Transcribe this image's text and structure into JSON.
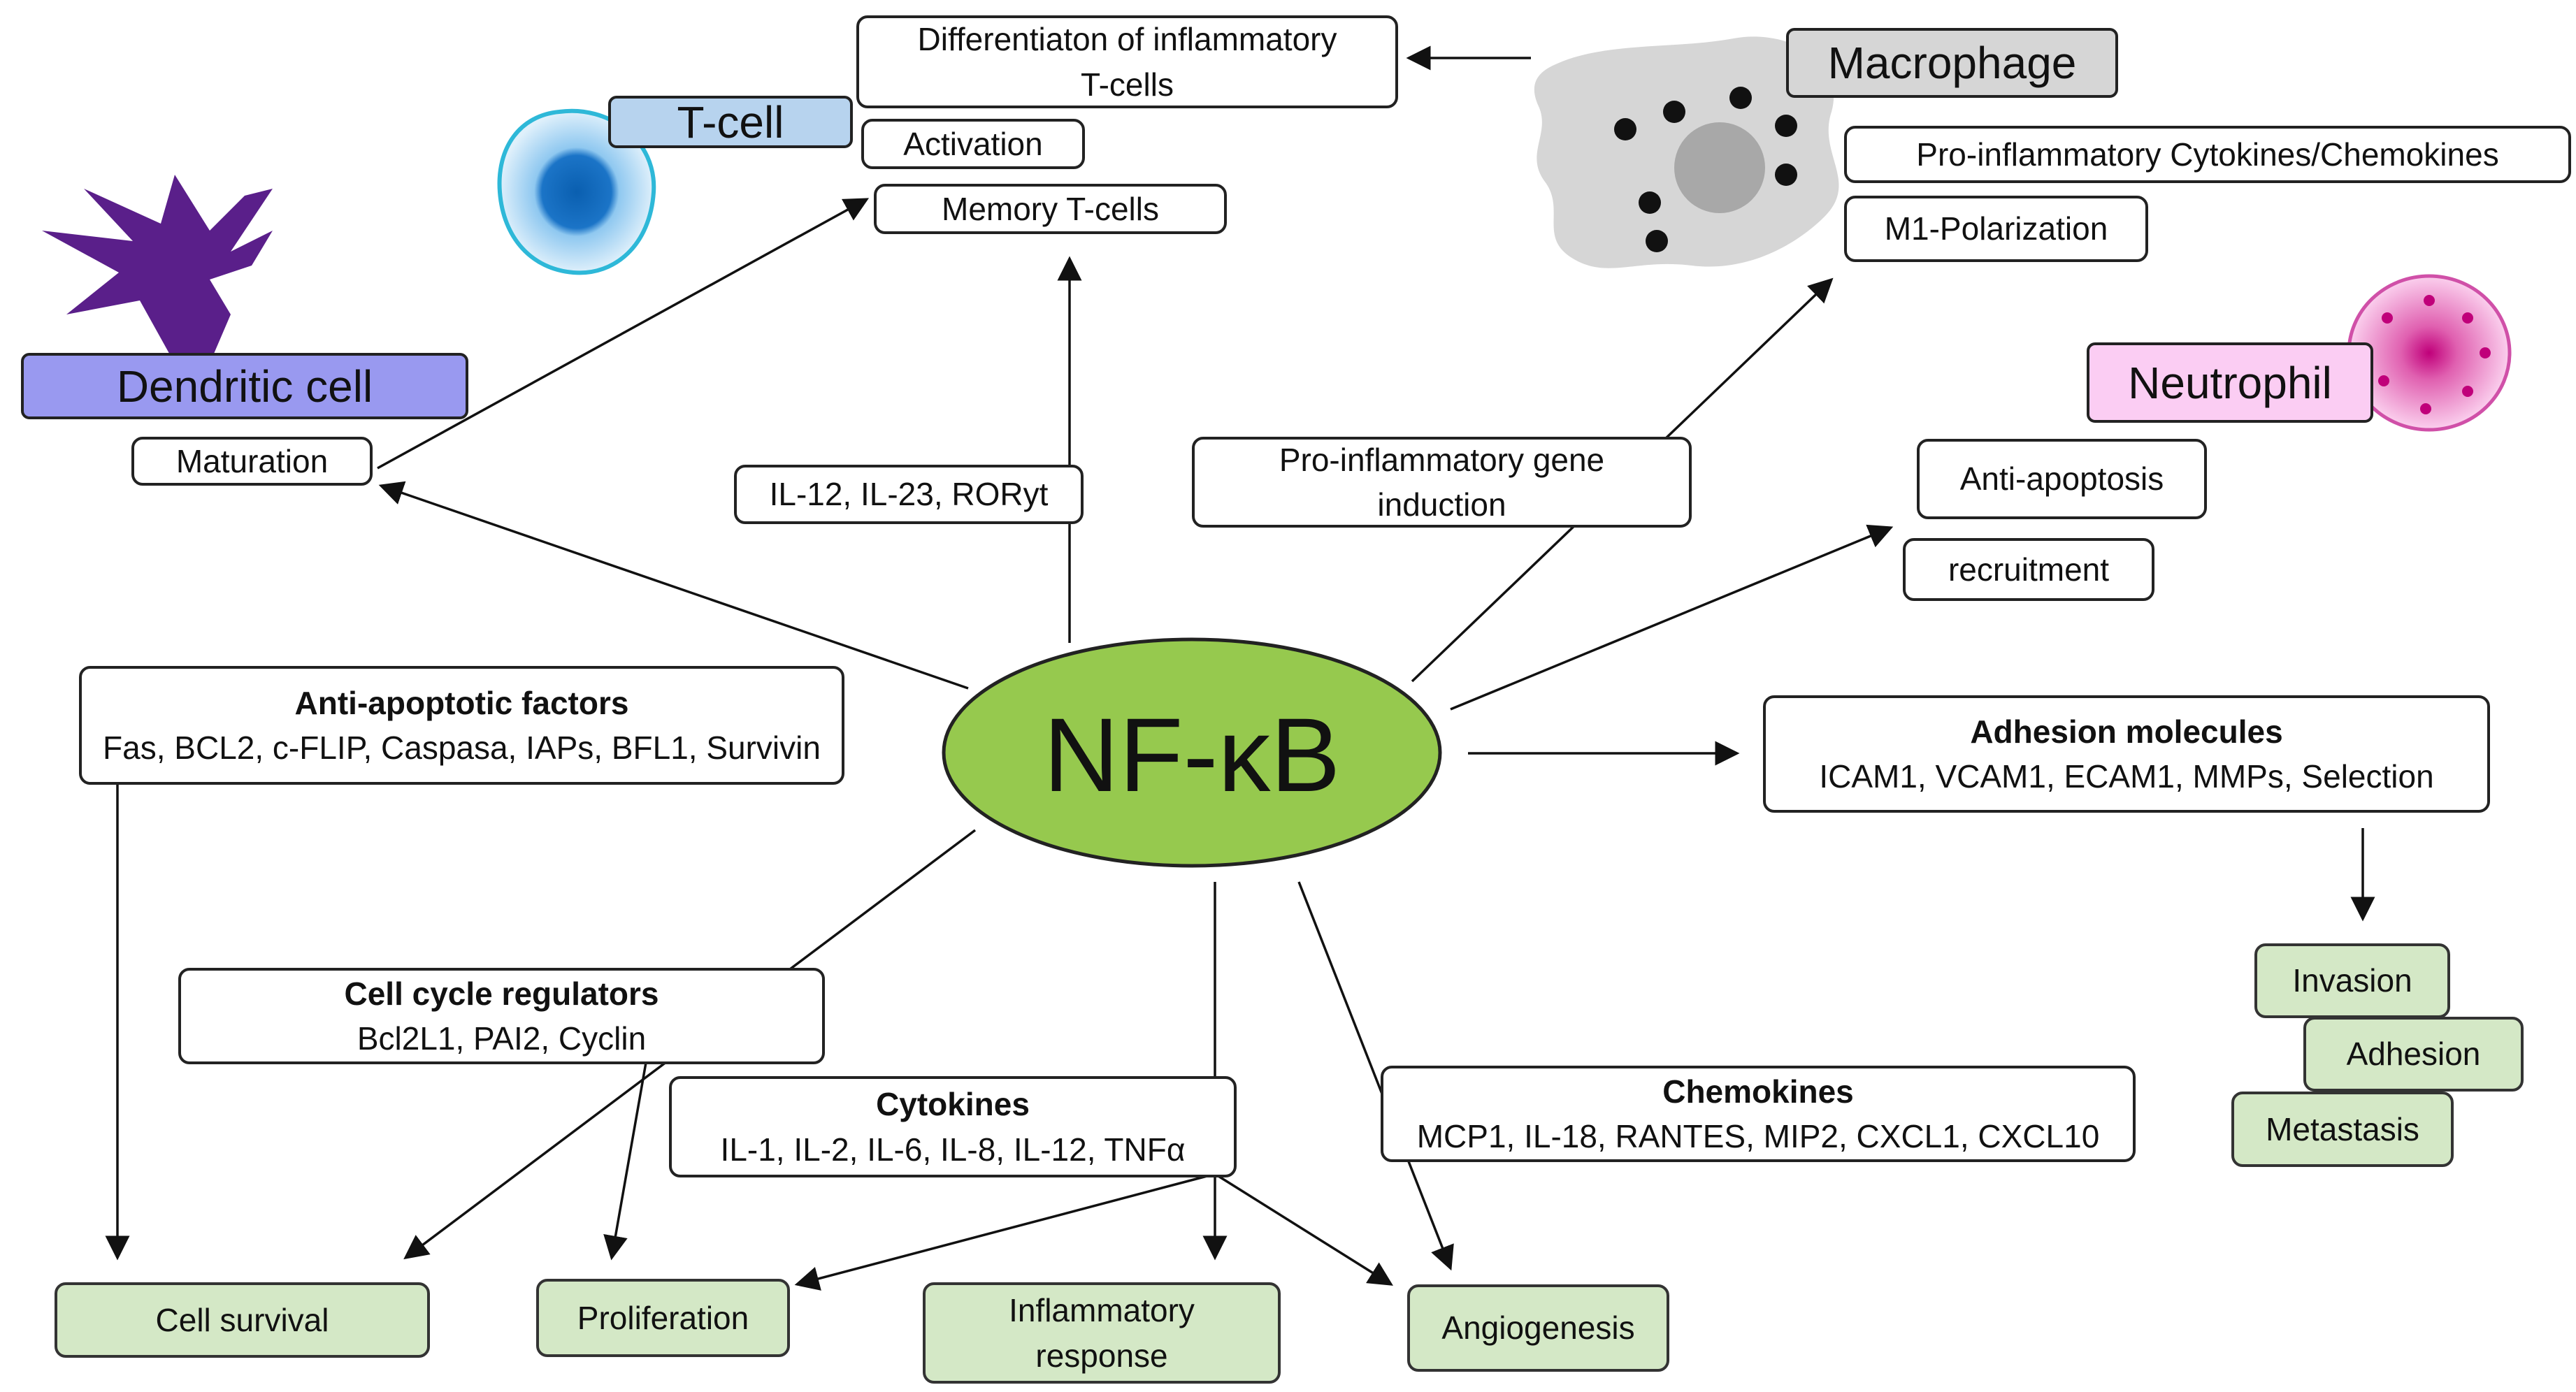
{
  "center": {
    "label": "NF-κB",
    "color": "#96c94e"
  },
  "cells": {
    "dendritic": {
      "label": "Dendritic cell",
      "color": "#9999f0"
    },
    "tcell": {
      "label": "T-cell",
      "color": "#b7d3ee"
    },
    "macrophage": {
      "label": "Macrophage",
      "color": "#d6d6d6"
    },
    "neutrophil": {
      "label": "Neutrophil",
      "color": "#fbcdf3"
    }
  },
  "boxes": {
    "maturation": "Maturation",
    "diff_line1": "Differentiaton of inflammatory",
    "diff_line2": "T-cells",
    "activation": "Activation",
    "memory": "Memory T-cells",
    "il12": "IL-12, IL-23, RORyt",
    "proinf_gene_line1": "Pro-inflammatory gene",
    "proinf_gene_line2": "induction",
    "proinf_cyto": "Pro-inflammatory  Cytokines/Chemokines",
    "m1": "M1-Polarization",
    "anti_apoptosis": "Anti-apoptosis",
    "recruitment": "recruitment",
    "anti_apoptotic_title": "Anti-apoptotic factors",
    "anti_apoptotic_body": "Fas, BCL2, c-FLIP, Caspasa, IAPs, BFL1, Survivin",
    "adhesion_title": "Adhesion molecules",
    "adhesion_body": "ICAM1, VCAM1, ECAM1, MMPs, Selection",
    "cellcycle_title": "Cell cycle regulators",
    "cellcycle_body": "Bcl2L1, PAI2, Cyclin",
    "cytokines_title": "Cytokines",
    "cytokines_body": "IL-1, IL-2, IL-6, IL-8, IL-12, TNFα",
    "chemokines_title": "Chemokines",
    "chemokines_body": "MCP1, IL-18, RANTES, MIP2, CXCL1, CXCL10"
  },
  "outcomes": {
    "cell_survival": "Cell survival",
    "proliferation": "Proliferation",
    "inflammatory_line1": "Inflammatory",
    "inflammatory_line2": "response",
    "angiogenesis": "Angiogenesis",
    "invasion": "Invasion",
    "adhesion": "Adhesion",
    "metastasis": "Metastasis",
    "color": "#d4e8c6"
  }
}
